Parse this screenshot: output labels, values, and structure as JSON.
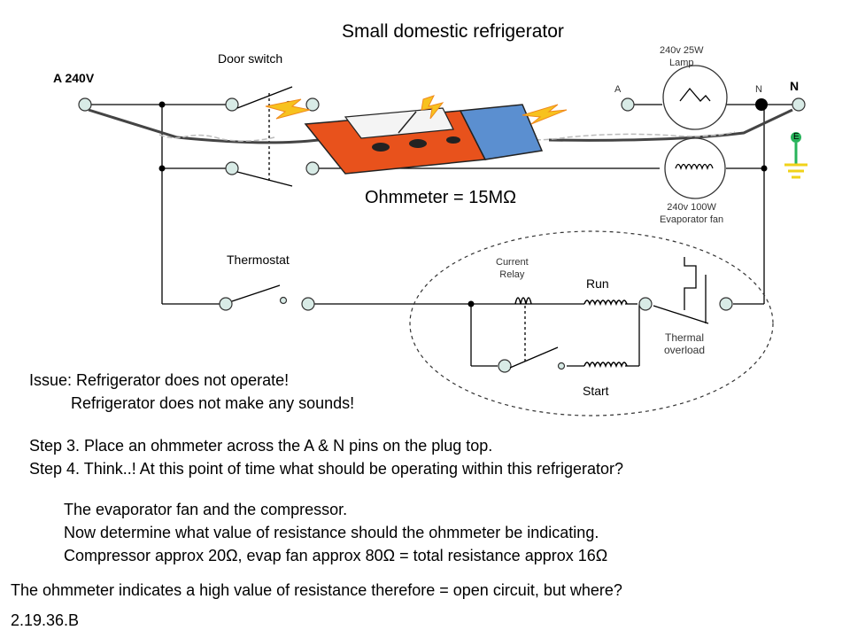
{
  "title": "Small domestic refrigerator",
  "labels": {
    "supply_a": "A 240V",
    "neutral": "N",
    "earth": "E",
    "door_switch": "Door switch",
    "lamp": "240v 25W\nLamp",
    "pin_a": "A",
    "pin_n": "N",
    "fan": "240v 100W\nEvaporator fan",
    "thermostat": "Thermostat",
    "current_relay": "Current\nRelay",
    "run": "Run",
    "start": "Start",
    "thermal_overload": "Thermal\noverload"
  },
  "ohmmeter_reading": "Ohmmeter = 15MΩ",
  "issue": {
    "line1": "Issue: Refrigerator does not operate!",
    "line2": "Refrigerator does not make any sounds!"
  },
  "steps": {
    "step3": "Step 3. Place an ohmmeter across the A & N pins on the plug top.",
    "step4": "Step 4. Think..! At this point of time what should be operating within this refrigerator?"
  },
  "answer": {
    "line1": "The evaporator fan and the compressor.",
    "line2": "Now determine what value of resistance should the ohmmeter be indicating.",
    "line3": "Compressor approx 20Ω, evap fan approx 80Ω = total resistance approx 16Ω"
  },
  "conclusion": "The ohmmeter indicates a high value of resistance therefore = open circuit, but where?",
  "slide_code": "2.19.36.B",
  "colors": {
    "terminal_fill": "#d8ebe6",
    "meter_body": "#e8521c",
    "meter_side": "#5b8fd0",
    "earth_green": "#27b35a",
    "earth_yellow": "#f0d21a",
    "spark_yellow": "#f7c21e",
    "spark_orange": "#f08a1c"
  }
}
